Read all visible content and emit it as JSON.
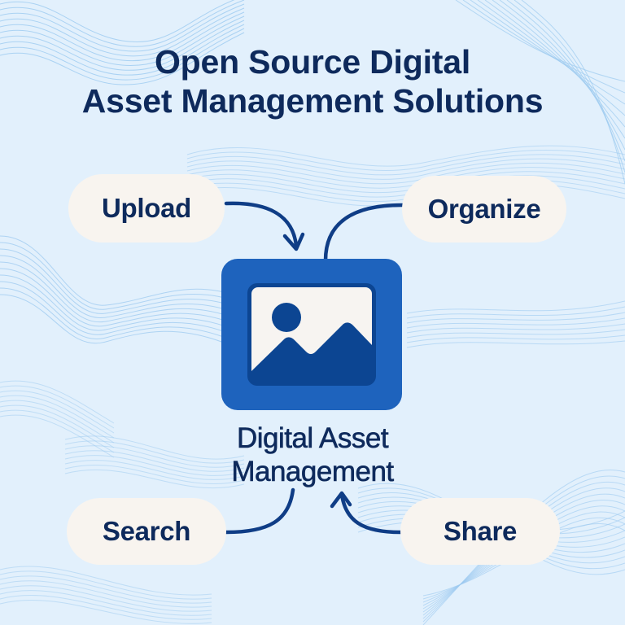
{
  "title": {
    "line1": "Open Source Digital",
    "line2": "Asset Management Solutions"
  },
  "center": {
    "icon": "image-icon",
    "label_line1": "Digital Asset",
    "label_line2": "Management"
  },
  "nodes": [
    {
      "id": "upload",
      "label": "Upload",
      "arrow": "into-center"
    },
    {
      "id": "organize",
      "label": "Organize",
      "arrow": "out-of-center"
    },
    {
      "id": "search",
      "label": "Search",
      "arrow": "out-of-center"
    },
    {
      "id": "share",
      "label": "Share",
      "arrow": "into-center"
    }
  ],
  "colors": {
    "background": "#e2f0fc",
    "wave_lines": "#9ccaf0",
    "title_text": "#0e2a5c",
    "pill_fill": "#f8f4ef",
    "connector": "#0f3d86",
    "icon_frame": "#1e63bd",
    "icon_inner_dark": "#0c4592",
    "icon_canvas": "#f7f4f1"
  }
}
